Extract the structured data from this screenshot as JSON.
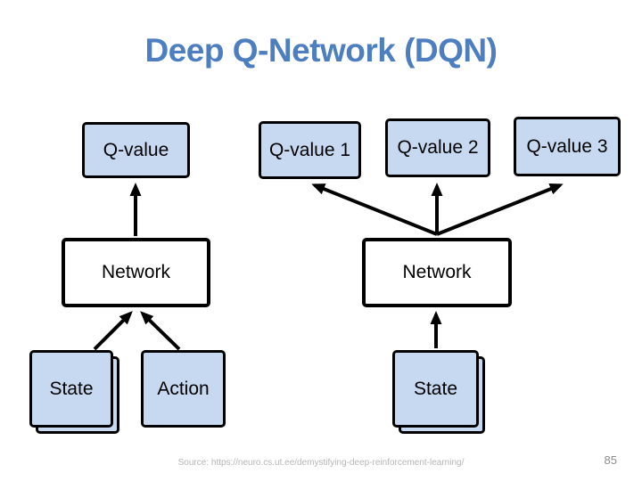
{
  "slide": {
    "title": "Deep Q-Network (DQN)",
    "source": "Source: https://neuro.cs.ut.ee/demystifying-deep-reinforcement-learning/",
    "page_number": "85"
  },
  "diagram": {
    "left_network": {
      "q_value": "Q-value",
      "network": "Network",
      "state": "State",
      "action": "Action"
    },
    "right_network": {
      "q_value_1": "Q-value 1",
      "q_value_2": "Q-value 2",
      "q_value_3": "Q-value 3",
      "network": "Network",
      "state": "State"
    }
  },
  "colors": {
    "title": "#4d7ebf",
    "box_fill": "#c6d9f1",
    "box_border": "#000000",
    "network_fill": "#ffffff",
    "source_text": "#b5b5b5",
    "page_number": "#8c8c8c"
  }
}
